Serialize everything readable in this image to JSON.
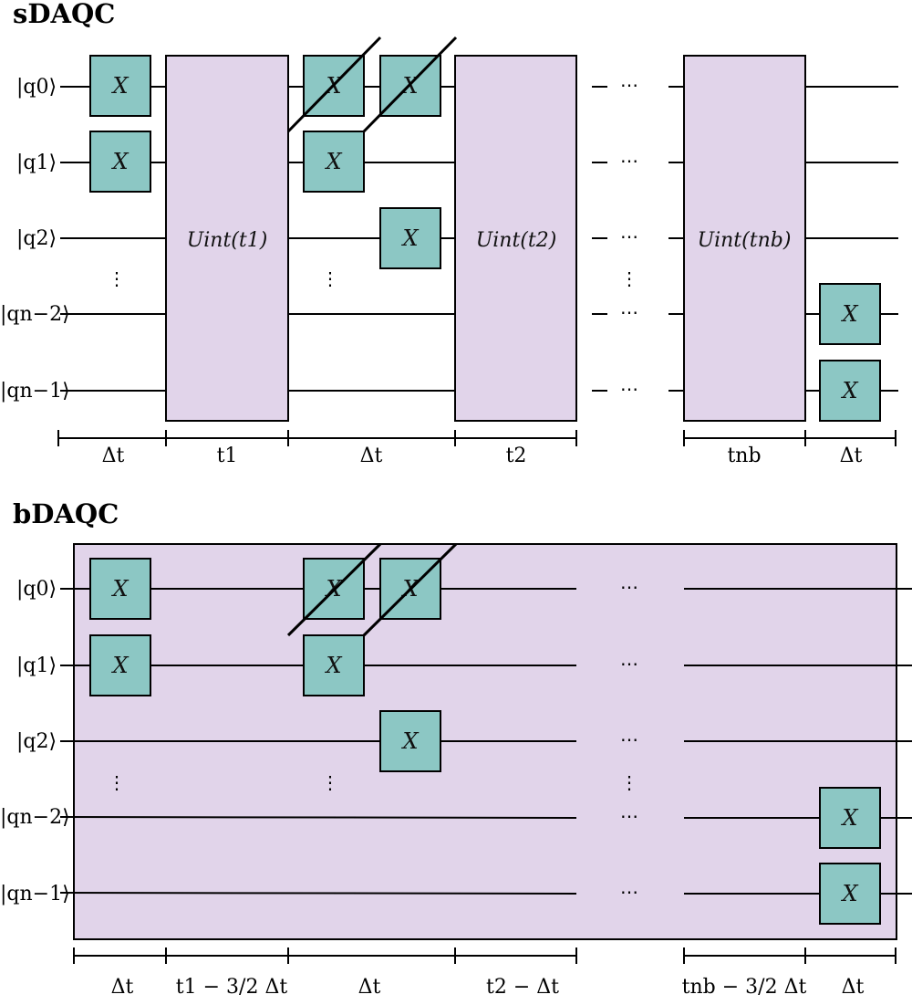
{
  "sdaqc": {
    "title": "sDAQC",
    "qubits": [
      "|q0⟩",
      "|q1⟩",
      "|q2⟩",
      "|qn−2⟩",
      "|qn−1⟩"
    ],
    "gate_label": "X",
    "u_blocks": [
      "Uint(t1)",
      "Uint(t2)",
      "Uint(tnb)"
    ],
    "time_labels": [
      "Δt",
      "t1",
      "Δt",
      "t2",
      "tnb",
      "Δt"
    ]
  },
  "bdaqc": {
    "title": "bDAQC",
    "qubits": [
      "|q0⟩",
      "|q1⟩",
      "|q2⟩",
      "|qn−2⟩",
      "|qn−1⟩"
    ],
    "gate_label": "X",
    "time_labels": [
      "Δt",
      "t1 − 3/2 Δt",
      "Δt",
      "t2 − Δt",
      "tnb − 3/2 Δt",
      "Δt"
    ]
  },
  "colors": {
    "gate": "#8cc7c4",
    "interaction": "#e1d4ea",
    "line": "#000000"
  }
}
